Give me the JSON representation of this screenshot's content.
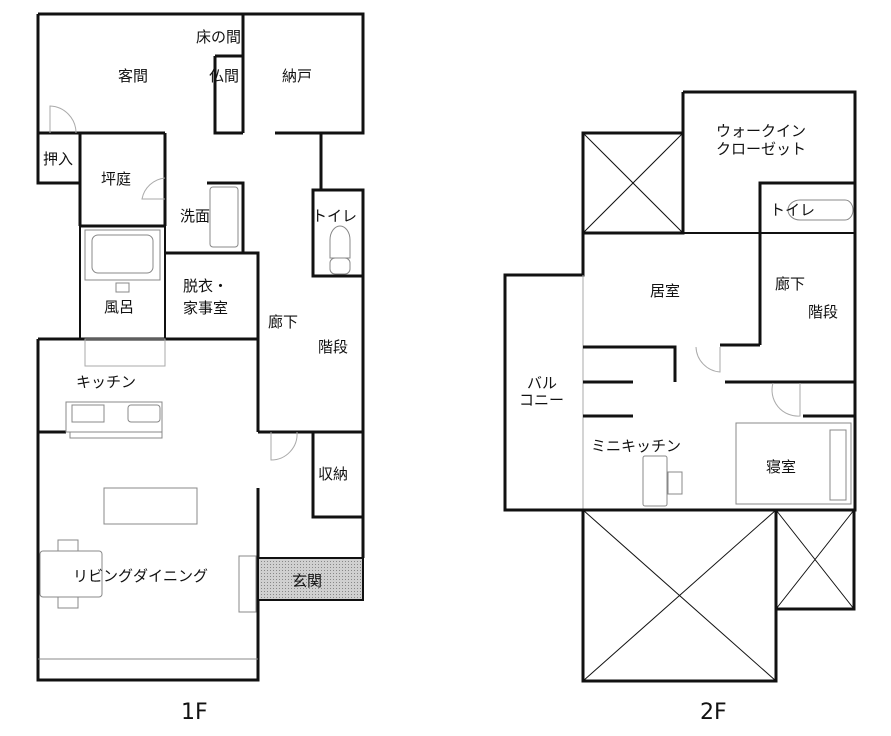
{
  "floor_1": {
    "label": "1F",
    "rooms": {
      "tokonoma": "床の間",
      "kyakuma": "客間",
      "butsuma": "仏間",
      "nando": "納戸",
      "oshiire": "押入",
      "tsuboniwa": "坪庭",
      "senmen": "洗面",
      "toilet": "トイレ",
      "furo": "風呂",
      "datsui_line1": "脱衣・",
      "datsui_line2": "家事室",
      "rouka": "廊下",
      "kaidan": "階段",
      "kitchen": "キッチン",
      "shuunou": "収納",
      "living_dining": "リビングダイニング",
      "genkan": "玄関"
    }
  },
  "floor_2": {
    "label": "2F",
    "rooms": {
      "wic_line1": "ウォークイン",
      "wic_line2": "クローゼット",
      "toilet": "トイレ",
      "kyoshitsu": "居室",
      "rouka": "廊下",
      "kaidan": "階段",
      "balcony_line1": "バル",
      "balcony_line2": "コニー",
      "mini_kitchen": "ミニキッチン",
      "shinshitsu": "寝室"
    }
  },
  "colors": {
    "wall": "#111111",
    "fixture": "#888888",
    "genkan_fill": "#bdbdbd"
  }
}
